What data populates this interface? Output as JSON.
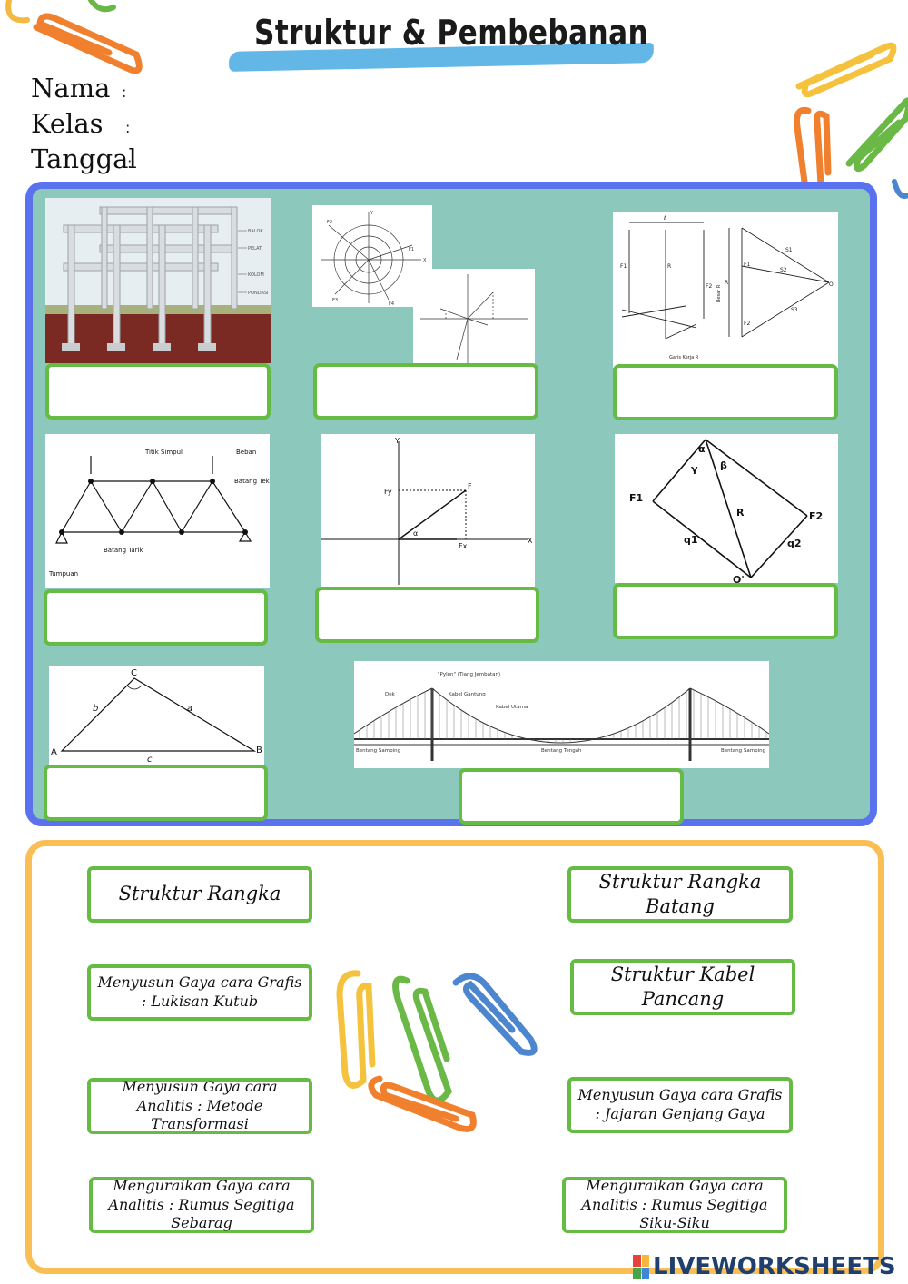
{
  "page": {
    "title": "Struktur & Pembebanan"
  },
  "fields": [
    {
      "label": "Nama",
      "colon": ":"
    },
    {
      "label": "Kelas",
      "colon": ":"
    },
    {
      "label": "Tanggal",
      "colon": ":"
    }
  ],
  "images": {
    "building": {
      "labels": [
        "BALOK",
        "PELAT",
        "KOLOM",
        "PONDASI"
      ]
    },
    "polar": {
      "labels": [
        "F2",
        "F1",
        "F3",
        "F4",
        "X",
        "Y"
      ]
    },
    "polygon": {
      "labels": [
        "ℓ",
        "F1",
        "R",
        "F2",
        "F2",
        "R",
        "F1",
        "Besar R",
        "O",
        "S1",
        "S2",
        "S3",
        "Garis Kerja R"
      ]
    },
    "truss": {
      "labels": [
        "Titik Simpul",
        "Beban",
        "Batang Tekan",
        "Batang Tarik",
        "Tumpuan"
      ]
    },
    "vector": {
      "labels": [
        "Y",
        "Fy",
        "F",
        "α",
        "Fx",
        "X"
      ]
    },
    "parallelogram": {
      "labels": [
        "α",
        "γ",
        "β",
        "F1",
        "R",
        "F2",
        "q1",
        "q2",
        "O'"
      ]
    },
    "triangle": {
      "labels": [
        "C",
        "b",
        "a",
        "A",
        "c",
        "B"
      ]
    },
    "bridge": {
      "labels": [
        "\"Pylon\" (Tiang Jembatan)",
        "Dek",
        "Kabel Gantung",
        "Kabel Utama",
        "Bentang Samping",
        "Bentang Tengah",
        "Bentang Samping"
      ]
    }
  },
  "cards": [
    {
      "text": "Struktur Rangka"
    },
    {
      "text": "Struktur Rangka Batang"
    },
    {
      "text": "Menyusun Gaya cara Grafis : Lukisan Kutub"
    },
    {
      "text": "Struktur Kabel Pancang"
    },
    {
      "text": "Menyusun Gaya cara Analitis : Metode Transformasi"
    },
    {
      "text": "Menyusun Gaya cara Grafis : Jajaran Genjang Gaya"
    },
    {
      "text": "Menguraikan Gaya cara Analitis : Rumus Segitiga Sebarag"
    },
    {
      "text": "Menguraikan Gaya cara Analitis : Rumus Segitiga Siku-Siku"
    }
  ],
  "logo": {
    "text": "LIVEWORKSHEETS"
  },
  "colors": {
    "panel_top_bg": "#8dc8bd",
    "panel_top_border": "#5a72ee",
    "panel_bottom_border": "#f9bf55",
    "drop_border": "#66bb45",
    "title_underline": "#63b7e6"
  }
}
